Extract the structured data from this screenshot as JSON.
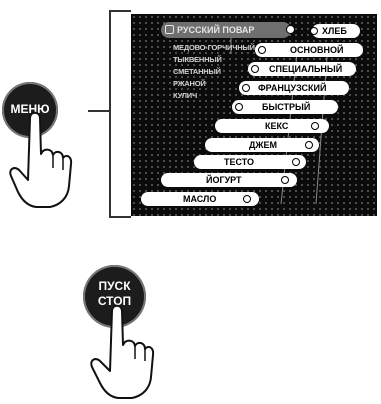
{
  "panel": {
    "brand": "РУССКИЙ ПОВАР",
    "sub_items": [
      "МЕДОВО-ГОРЧИЧНЫЙ",
      "ТЫКВЕННЫЙ",
      "СМЕТАННЫЙ",
      "РЖАНОЙ",
      "КУЛИЧ"
    ],
    "bread_label": "ХЛЕБ",
    "menu_items": [
      "ОСНОВНОЙ",
      "СПЕЦИАЛЬНЫЙ",
      "ФРАНЦУЗСКИЙ",
      "БЫСТРЫЙ",
      "КЕКС",
      "ДЖЕМ",
      "ТЕСТО",
      "ЙОГУРТ",
      "МАСЛО"
    ]
  },
  "buttons": {
    "menu_label": "МЕНЮ",
    "start_label_line1": "ПУСК",
    "start_label_line2": "СТОП"
  },
  "icons": {
    "hand": "pointing-hand-icon",
    "brand": "chef-icon"
  }
}
